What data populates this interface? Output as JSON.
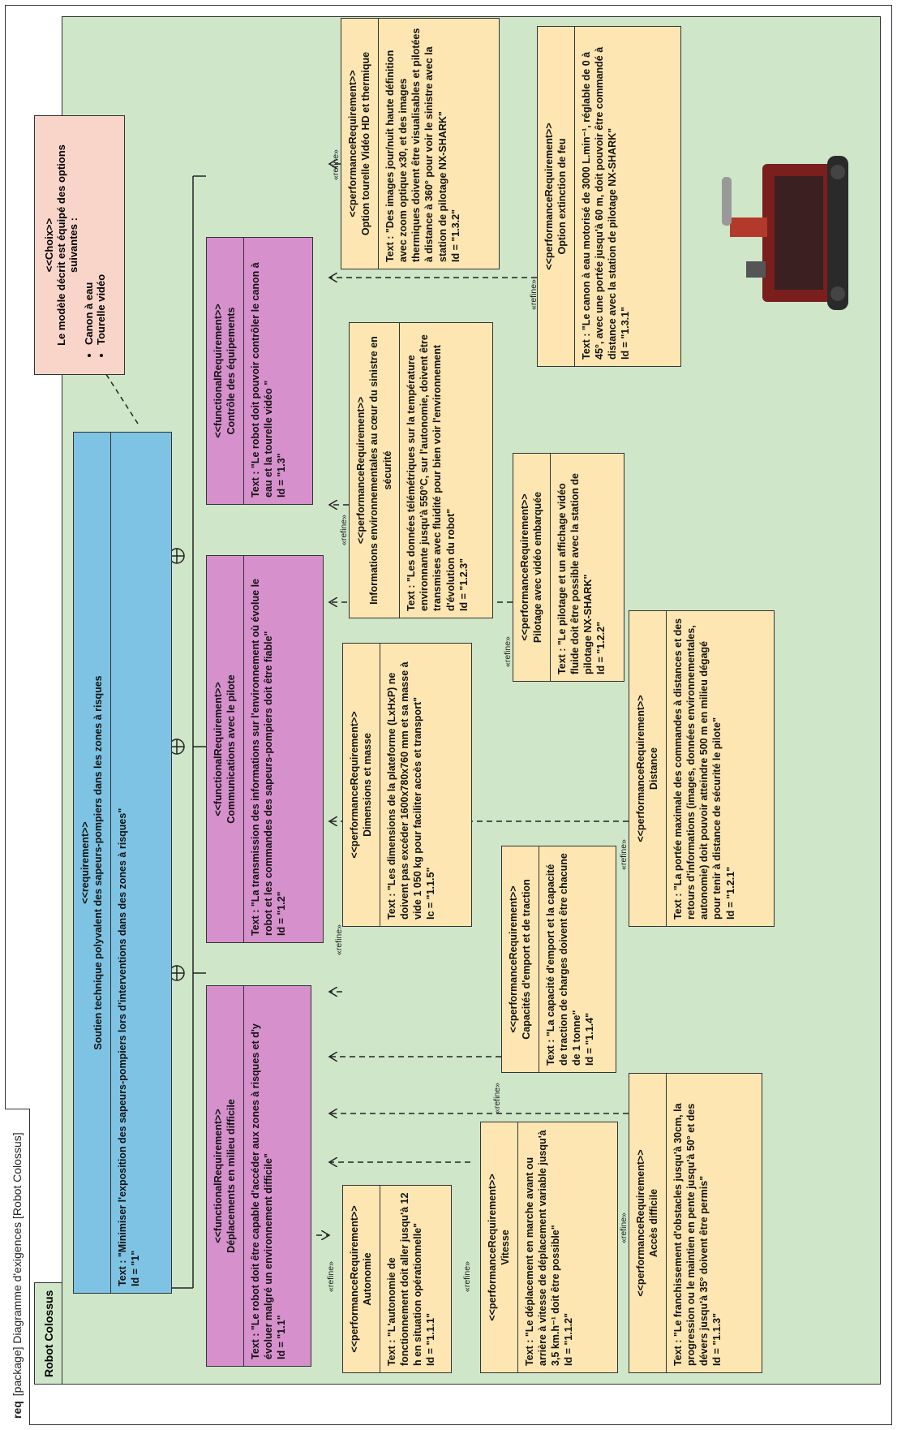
{
  "diagram": {
    "header_kind": "req",
    "header_title": "[package] Diagramme d'exigences [Robot Colossus]",
    "package_name": "Robot Colossus"
  },
  "note": {
    "stereotype": "<<Choix>>",
    "text": "Le modèle décrit est équipé des options suivantes :",
    "items": [
      "Canon à eau",
      "Tourelle vidéo"
    ]
  },
  "root": {
    "stereotype": "<<requirement>>",
    "name": "Soutien technique polyvalent des sapeurs-pompiers dans les zones à risques",
    "text": "Text : \"Minimiser l'exposition des sapeurs-pompiers lors d'interventions dans des zones à risques\"",
    "id": "Id = \"1\""
  },
  "func": [
    {
      "stereotype": "<<functionalRequirement>>",
      "name": "Déplacements en milieu difficile",
      "text": "Text : \"Le robot doit être capable d'accéder aux zones à risques et d'y évoluer malgré un environnement difficile\"",
      "id": "Id = \"1.1\""
    },
    {
      "stereotype": "<<functionalRequirement>>",
      "name": "Communications avec le pilote",
      "text": "Text : \"La transmission des informations sur l'environnement où évolue le robot et les commandes des sapeurs-pompiers doit être fiable\"",
      "id": "Id = \"1.2\""
    },
    {
      "stereotype": "<<functionalRequirement>>",
      "name": "Contrôle des équipements",
      "text": "Text : \"Le robot doit pouvoir contrôler le canon à eau et la tourelle vidéo \"",
      "id": "Id = \"1.3\""
    }
  ],
  "perf": [
    {
      "stereotype": "<<performanceRequirement>>",
      "name": "Autonomie",
      "text": "Text : \"L'autonomie de fonctionnement doit aller jusqu'à 12 h en situation opérationnelle\"",
      "id": "Id = \"1.1.1\""
    },
    {
      "stereotype": "<<performanceRequirement>>",
      "name": "Vitesse",
      "text": "Text : \"Le déplacement en marche avant ou arrière à vitesse de déplacement variable jusqu'à 3,5 km.h⁻¹ doit être possible\"",
      "id": "Id = \"1.1.2\""
    },
    {
      "stereotype": "<<performanceRequirement>>",
      "name": "Accès difficile",
      "text": "Text : \"Le franchissement d'obstacles jusqu'à 30cm, la progression ou le maintien en pente jusqu'à 50° et des dévers jusqu'à 35° doivent être permis\"",
      "id": "Id = \"1.1.3\""
    },
    {
      "stereotype": "<<performanceRequirement>>",
      "name": "Capacités d'emport et de traction",
      "text": "Text : \"La capacité d'emport et la capacité de traction de charges doivent être chacune de 1 tonne\"",
      "id": "Id = \"1.1.4\""
    },
    {
      "stereotype": "<<performanceRequirement>>",
      "name": "Dimensions et masse",
      "text": "Text : \"Les dimensions de la plateforme (LxHxP) ne doivent pas excéder 1600x780x760 mm et sa masse à vide 1 050 kg pour faciliter accès et transport\"",
      "id": "Ic = \"1.1.5\""
    },
    {
      "stereotype": "<<performanceRequirement>>",
      "name": "Distance",
      "text": "Text : \"La portée maximale des commandes à distances et des retours d'informations (images, données environnementales, autonomie) doit pouvoir atteindre 500 m en milieu dégagé pour tenir à distance de sécurité le pilote\"",
      "id": "Id = \"1.2.1\""
    },
    {
      "stereotype": "<<performanceRequirement>>",
      "name": "Pilotage avec vidéo embarquée",
      "text": "Text : \"Le pilotage et un affichage vidéo fluide doit être possible avec la station de pilotage NX-SHARK\"",
      "id": "Id = \"1.2.2\""
    },
    {
      "stereotype": "<<performanceRequirement>>",
      "name": "Informations environnementales au cœur du sinistre en sécurité",
      "text": "Text : \"Les données télémétriques sur la température environnante jusqu'à 550°C, sur l'autonomie, doivent être transmises avec fluidité pour bien voir l'environnement d'évolution du robot\"",
      "id": "Id = \"1.2.3\""
    },
    {
      "stereotype": "<<performanceRequirement>>",
      "name": "Option extinction de feu",
      "text": "Text : \"Le canon à eau motorisé de 3000 L.min⁻¹, réglable de 0 à 45°, avec une portée jusqu'à 60 m, doit pouvoir être commandé à distance avec la station de pilotage NX-SHARK\"",
      "id": "Id = \"1.3.1\""
    },
    {
      "stereotype": "<<performanceRequirement>>",
      "name": "Option tourelle Vidéo HD et thermique",
      "text": "Text : \"Des images jour/nuit haute définition avec zoom optique x30, et des images thermiques doivent être visualisables et pilotées à distance à 360° pour voir le sinistre avec la station de pilotage NX-SHARK\"",
      "id": "Id = \"1.3.2\""
    }
  ],
  "refine_label": "«refine»"
}
